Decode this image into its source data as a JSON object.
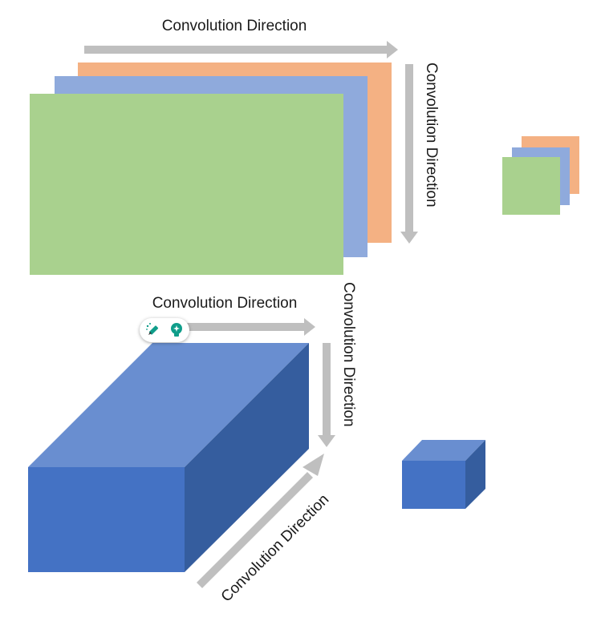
{
  "labels": {
    "top_horizontal": "Convolution Direction",
    "top_vertical": "Convolution Direction",
    "bottom_horizontal": "Convolution Direction",
    "bottom_vertical": "Convolution Direction",
    "bottom_diagonal": "Convolution Direction"
  },
  "colors": {
    "orange_layer": "#f4b183",
    "blue_layer": "#8faadc",
    "green_layer": "#a9d18e",
    "arrow": "#bfbfbf",
    "box_front": "#4472c4",
    "box_top": "#698ed0",
    "box_side": "#355d9e",
    "toolbar_accent": "#0f9d8a"
  },
  "toolbar": {
    "items": [
      {
        "icon": "magic-pencil-icon"
      },
      {
        "icon": "lightbulb-icon"
      }
    ]
  }
}
